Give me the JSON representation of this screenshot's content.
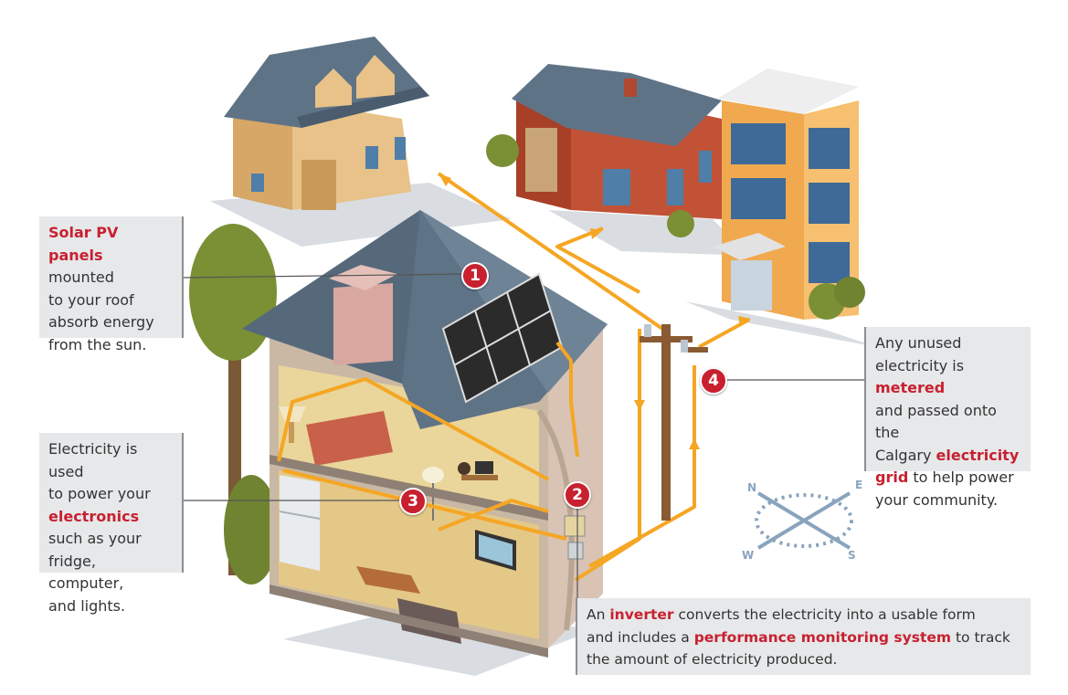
{
  "callouts": {
    "solar": {
      "lines": [
        [
          {
            "t": "Solar PV panels",
            "hl": true
          }
        ],
        [
          {
            "t": "mounted"
          }
        ],
        [
          {
            "t": "to your roof"
          }
        ],
        [
          {
            "t": "absorb energy"
          }
        ],
        [
          {
            "t": "from the sun."
          }
        ]
      ]
    },
    "electronics": {
      "lines": [
        [
          {
            "t": "Electricity is used"
          }
        ],
        [
          {
            "t": "to power your"
          }
        ],
        [
          {
            "t": "electronics",
            "hl": true
          }
        ],
        [
          {
            "t": "such as your"
          }
        ],
        [
          {
            "t": "fridge, computer,"
          }
        ],
        [
          {
            "t": "and lights."
          }
        ]
      ]
    },
    "grid": {
      "lines": [
        [
          {
            "t": "Any unused"
          }
        ],
        [
          {
            "t": "electricity is "
          },
          {
            "t": "metered",
            "hl": true
          }
        ],
        [
          {
            "t": "and passed onto the"
          }
        ],
        [
          {
            "t": "Calgary "
          },
          {
            "t": "electricity",
            "hl": true
          }
        ],
        [
          {
            "t": "grid",
            "hl": true
          },
          {
            "t": " to help power"
          }
        ],
        [
          {
            "t": "your community."
          }
        ]
      ]
    },
    "inverter": {
      "lines": [
        [
          {
            "t": "An "
          },
          {
            "t": "inverter",
            "hl": true
          },
          {
            "t": " converts the electricity into a usable form"
          }
        ],
        [
          {
            "t": "and includes a "
          },
          {
            "t": "performance monitoring system",
            "hl": true
          },
          {
            "t": " to track"
          }
        ],
        [
          {
            "t": "the amount of electricity produced."
          }
        ]
      ]
    }
  },
  "markers": {
    "m1": "1",
    "m2": "2",
    "m3": "3",
    "m4": "4"
  },
  "compass": {
    "n": "N",
    "e": "E",
    "s": "S",
    "w": "W"
  },
  "colors": {
    "highlight": "#c8202f",
    "flow": "#f5a623",
    "callout_bg": "#e6e8ea",
    "roof": "#5f7386",
    "siding_tan": "#e2b97a",
    "siding_red": "#b64a32",
    "apartment": "#f3b35a"
  }
}
